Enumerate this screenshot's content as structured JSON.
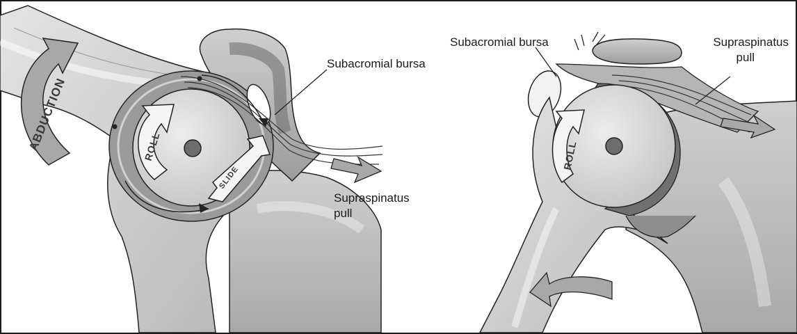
{
  "left_panel": {
    "label_bursa": "Subacromial bursa",
    "label_pull_line1": "Supraspinatus",
    "label_pull_line2": "pull",
    "arrow_abduction": "ABDUCTION",
    "arrow_roll": "ROLL",
    "arrow_slide": "SLIDE"
  },
  "right_panel": {
    "label_bursa": "Subacromial bursa",
    "label_pull_line1": "Supraspinatus",
    "label_pull_line2": "pull",
    "arrow_roll": "ROLL"
  },
  "colors": {
    "frame": "#1a1a1a",
    "bone_light": "#d9d9d9",
    "bone_mid": "#bdbdbd",
    "bone_dark": "#8c8c8c",
    "cavity": "#6e6e6e",
    "arrow_fill": "#a8a8a8",
    "arrow_white": "#f4f4f4"
  }
}
